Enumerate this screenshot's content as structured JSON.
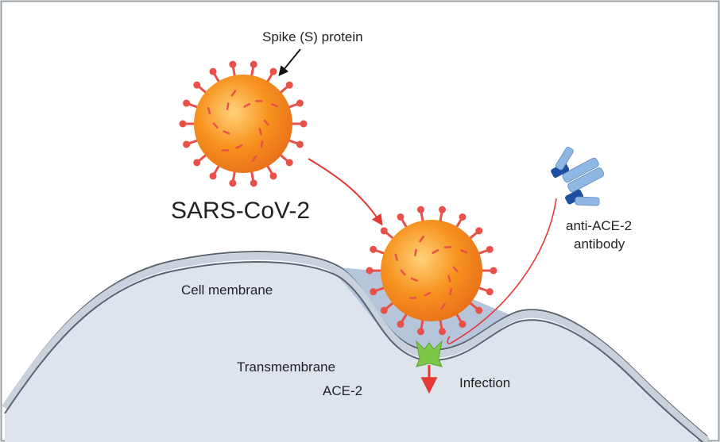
{
  "diagram": {
    "labels": {
      "spike_protein": "Spike (S) protein",
      "virus_name": "SARS-CoV-2",
      "antibody_line1": "anti-ACE-2",
      "antibody_line2": "antibody",
      "cell_membrane": "Cell membrane",
      "transmembrane": "Transmembrane",
      "ace2": "ACE-2",
      "infection": "Infection"
    },
    "colors": {
      "virus_core": "#f7931e",
      "virus_spike": "#e8504a",
      "arrow_red": "#e53935",
      "membrane_stroke": "#5b6470",
      "cell_fill": "#d6dee8",
      "pocket_fill": "#a9bcd6",
      "ace2_green": "#7cc94a",
      "antibody_dark": "#1f4fa0",
      "antibody_light": "#8fb7e3"
    },
    "icons": [
      "virus-icon",
      "antibody-icon",
      "ace2-receptor-icon"
    ]
  }
}
